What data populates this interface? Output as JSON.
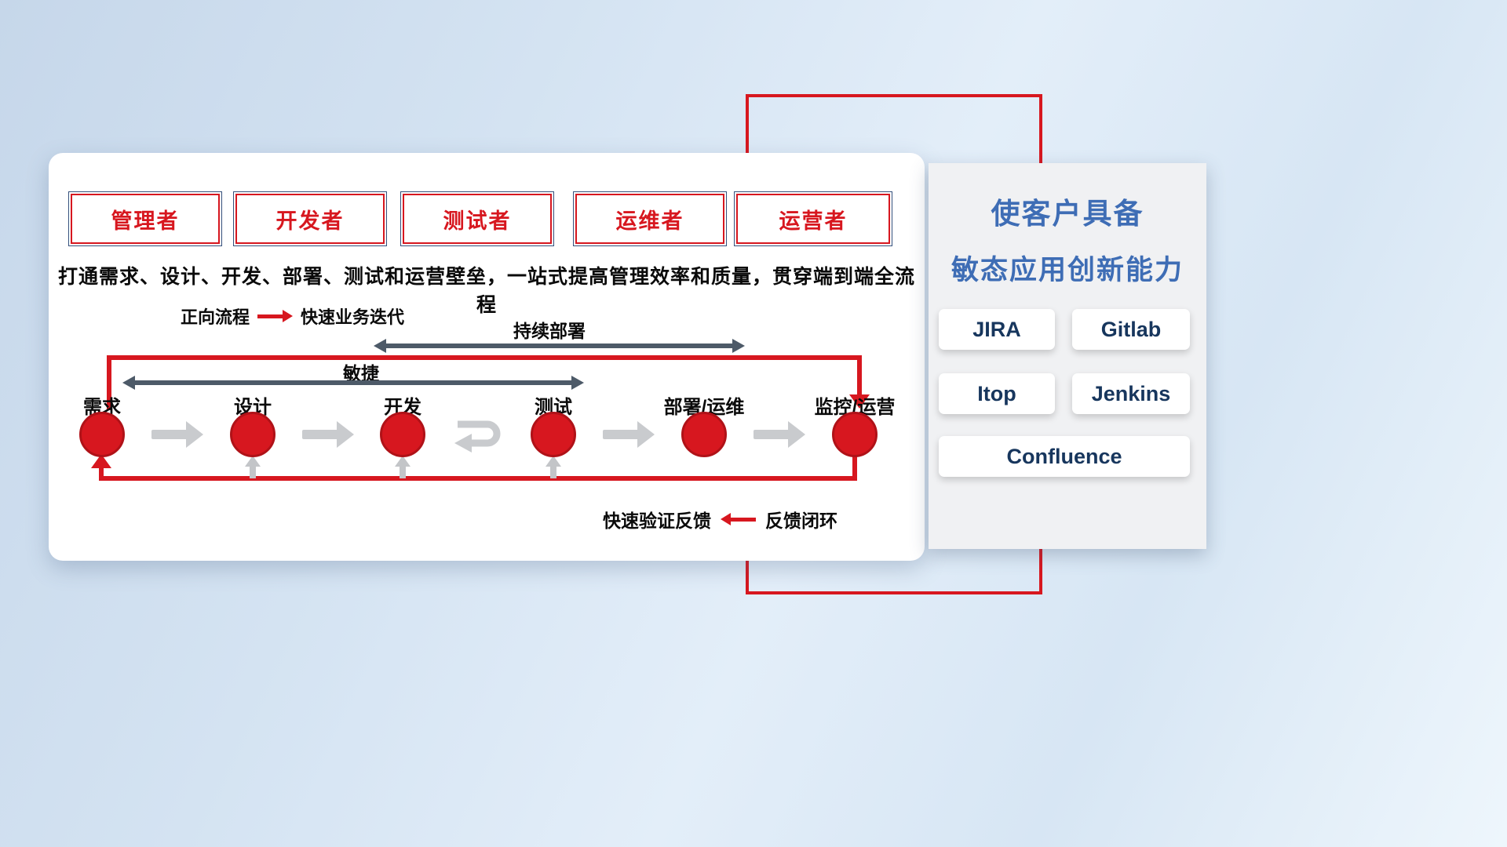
{
  "colors": {
    "accent_red": "#d7171f",
    "navy": "#17365d",
    "title_blue": "#3e6db5",
    "dark_arrow": "#4d5a68",
    "light_arrow": "#c9cbce"
  },
  "main_panel": {
    "roles": [
      "管理者",
      "开发者",
      "测试者",
      "运维者",
      "运营者"
    ],
    "description": "打通需求、设计、开发、部署、测试和运营壁垒，一站式提高管理效率和质量，贯穿端到端全流程",
    "forward_legend": {
      "label": "正向流程",
      "desc": "快速业务迭代"
    },
    "continuous_deploy_label": "持续部署",
    "agile_label": "敏捷",
    "stages": [
      "需求",
      "设计",
      "开发",
      "测试",
      "部署/运维",
      "监控/运营"
    ],
    "feedback_legend": {
      "label": "快速验证反馈",
      "desc": "反馈闭环"
    }
  },
  "right_panel": {
    "title_line1": "使客户具备",
    "title_line2": "敏态应用创新能力",
    "tools": [
      "JIRA",
      "Gitlab",
      "Itop",
      "Jenkins",
      "Confluence"
    ]
  }
}
